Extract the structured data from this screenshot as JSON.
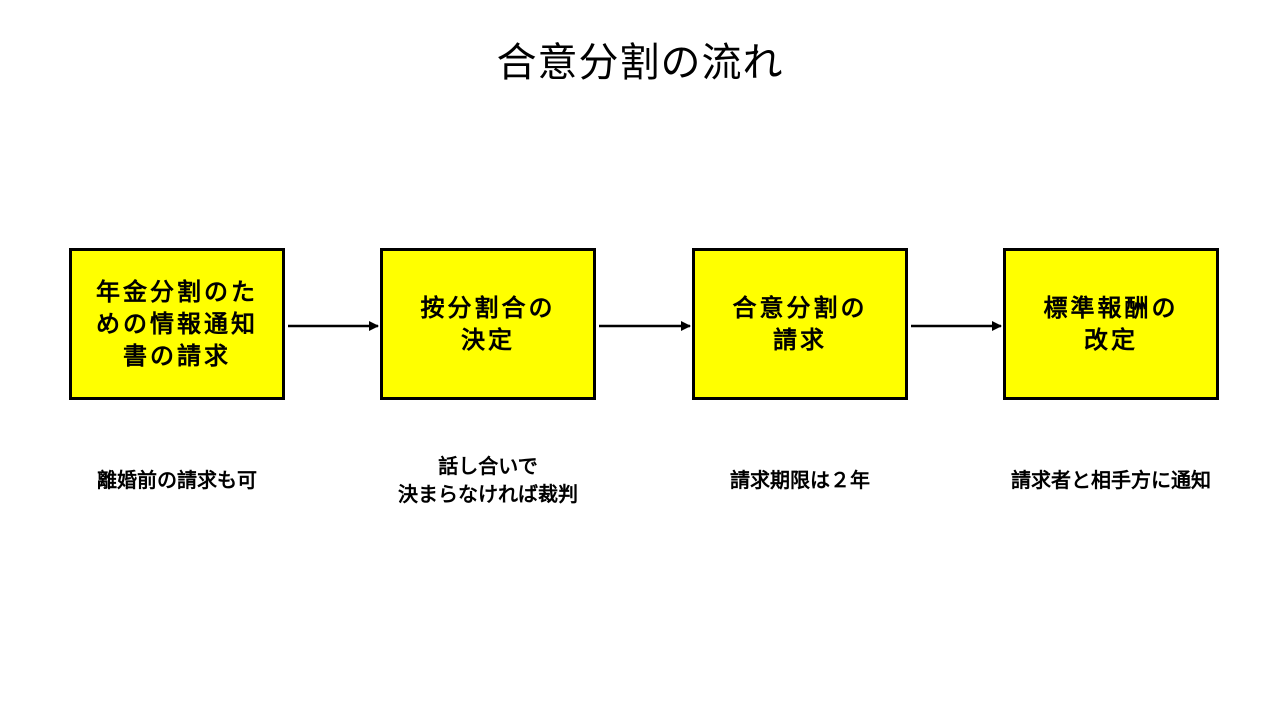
{
  "title": "合意分割の流れ",
  "steps": [
    {
      "label": "年金分割のための情報通知書の請求",
      "display": "年金分割のた\nめの情報通知\n書の請求"
    },
    {
      "label": "按分割合の決定",
      "display": "按分割合の\n決定"
    },
    {
      "label": "合意分割の請求",
      "display": "合意分割の\n請求"
    },
    {
      "label": "標準報酬の改定",
      "display": "標準報酬の\n改定"
    }
  ],
  "notes": [
    "離婚前の請求も可",
    "話し合いで\n決まらなければ裁判",
    "請求期限は２年",
    "請求者と相手方に通知"
  ],
  "colors": {
    "box_fill": "#ffff00",
    "box_border": "#000000",
    "arrow": "#000000"
  }
}
